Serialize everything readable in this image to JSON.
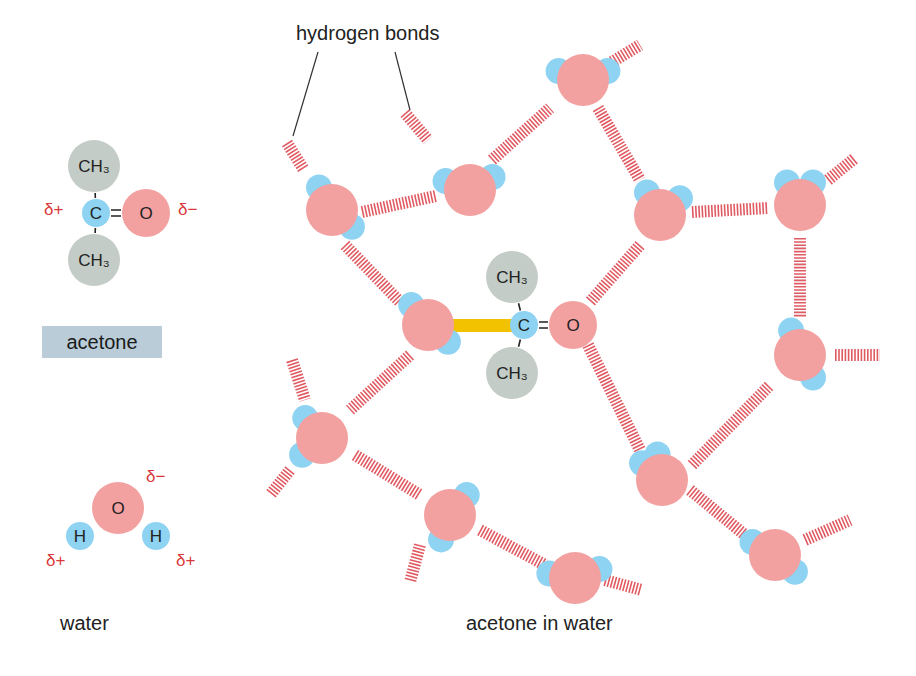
{
  "diagram": {
    "nodes": [
      {
        "text": [
          "CH₃"
        ]
      },
      {
        "text": [
          "C"
        ]
      },
      {
        "text": [
          "O"
        ]
      },
      {
        "text": [
          "CH₃"
        ]
      },
      {
        "text": [
          "acetone"
        ]
      },
      {
        "text": [
          "O"
        ]
      },
      {
        "text": [
          "H"
        ]
      },
      {
        "text": [
          "H"
        ]
      },
      {
        "text": [
          "CH₃"
        ]
      },
      {
        "text": [
          "C"
        ]
      },
      {
        "text": [
          "O"
        ]
      },
      {
        "text": [
          "CH₃"
        ]
      }
    ],
    "edges": [
      {
        "from": 0,
        "to": 1,
        "arrow": "none"
      },
      {
        "from": 3,
        "to": 1,
        "arrow": "none"
      },
      {
        "from": 1,
        "to": 2,
        "arrow": "none"
      },
      {
        "from": 8,
        "to": 9,
        "arrow": "none"
      },
      {
        "from": 11,
        "to": 9,
        "arrow": "none"
      },
      {
        "from": 9,
        "to": 10,
        "arrow": "none"
      }
    ],
    "labels": [
      "hydrogen bonds",
      "δ+",
      "δ−",
      "δ−",
      "δ+",
      "δ+",
      "water",
      "acetone in water"
    ]
  }
}
